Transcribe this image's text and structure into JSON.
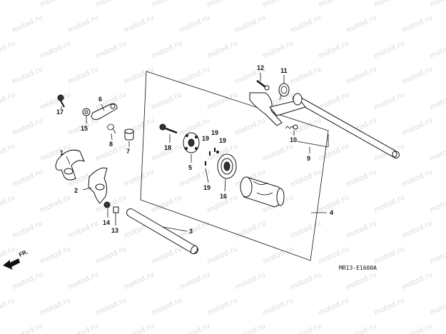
{
  "diagram": {
    "watermark": "motod.ru",
    "code": "MR13-E1600A",
    "front_label": "FR.",
    "parts": [
      {
        "id": "p1",
        "number": "1"
      },
      {
        "id": "p2",
        "number": "2"
      },
      {
        "id": "p3",
        "number": "3"
      },
      {
        "id": "p4",
        "number": "4"
      },
      {
        "id": "p5",
        "number": "5"
      },
      {
        "id": "p6",
        "number": "6"
      },
      {
        "id": "p7",
        "number": "7"
      },
      {
        "id": "p8",
        "number": "8"
      },
      {
        "id": "p9",
        "number": "9"
      },
      {
        "id": "p10",
        "number": "10"
      },
      {
        "id": "p11",
        "number": "11"
      },
      {
        "id": "p12",
        "number": "12"
      },
      {
        "id": "p13",
        "number": "13"
      },
      {
        "id": "p14",
        "number": "14"
      },
      {
        "id": "p15",
        "number": "15"
      },
      {
        "id": "p16",
        "number": "16"
      },
      {
        "id": "p17",
        "number": "17"
      },
      {
        "id": "p18",
        "number": "18"
      },
      {
        "id": "p19a",
        "number": "19"
      },
      {
        "id": "p19b",
        "number": "19"
      },
      {
        "id": "p19c",
        "number": "19"
      },
      {
        "id": "p19d",
        "number": "19"
      }
    ]
  }
}
